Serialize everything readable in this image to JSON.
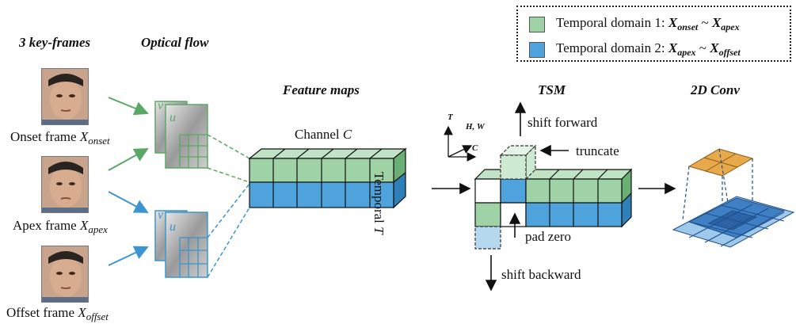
{
  "legend": {
    "items": [
      {
        "label": "Temporal domain 1: ",
        "range_from": "X",
        "from_sub": "onset",
        "range_sep": " ~ ",
        "range_to": "X",
        "to_sub": "apex",
        "color": "#9fd3a6"
      },
      {
        "label": "Temporal domain 2: ",
        "range_from": "X",
        "from_sub": "apex",
        "range_sep": " ~ ",
        "range_to": "X",
        "to_sub": "offset",
        "color": "#4fa3dc"
      }
    ]
  },
  "headers": {
    "keyframes": "3 key-frames",
    "optical_flow": "Optical flow",
    "feature_maps": "Feature maps",
    "tsm": "TSM",
    "conv2d": "2D Conv"
  },
  "frames": [
    {
      "label": "Onset frame ",
      "var": "X",
      "sub": "onset"
    },
    {
      "label": "Apex frame ",
      "var": "X",
      "sub": "apex"
    },
    {
      "label": "Offset frame ",
      "var": "X",
      "sub": "offset"
    }
  ],
  "flow": {
    "u": "u",
    "v": "v"
  },
  "feature": {
    "channel_label": "Channel ",
    "channel_var": "C",
    "temporal_label": "Temporal ",
    "temporal_var": "T"
  },
  "axes": {
    "t": "T",
    "hw": "H, W",
    "c": "C"
  },
  "tsm": {
    "shift_forward": "shift forward",
    "truncate": "truncate",
    "pad_zero": "pad zero",
    "shift_backward": "shift backward"
  },
  "colors": {
    "green": "#9fd3a6",
    "blue": "#4fa3dc",
    "green_side": "#6aaf74",
    "blue_side": "#2f7fb8",
    "orange": "#e6a94b"
  }
}
